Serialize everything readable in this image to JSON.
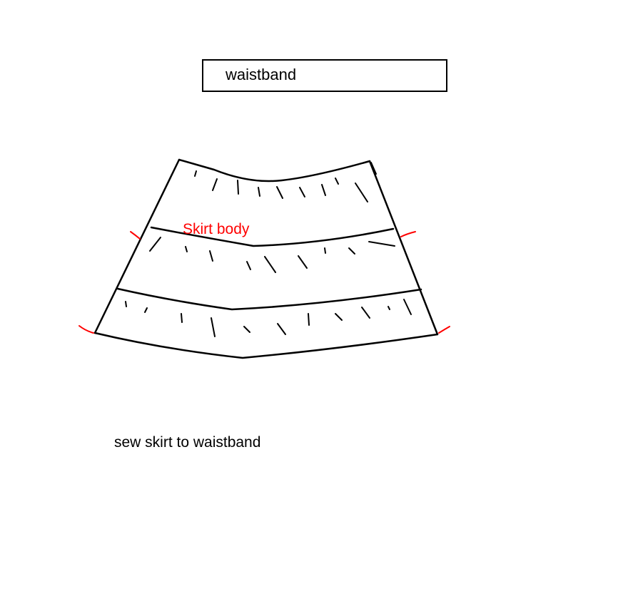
{
  "waistband": {
    "label": "waistband"
  },
  "skirt": {
    "label": "Skirt body"
  },
  "instruction": "sew skirt to waistband",
  "colors": {
    "outline": "#000000",
    "marker": "#ff0000",
    "background": "#ffffff"
  }
}
